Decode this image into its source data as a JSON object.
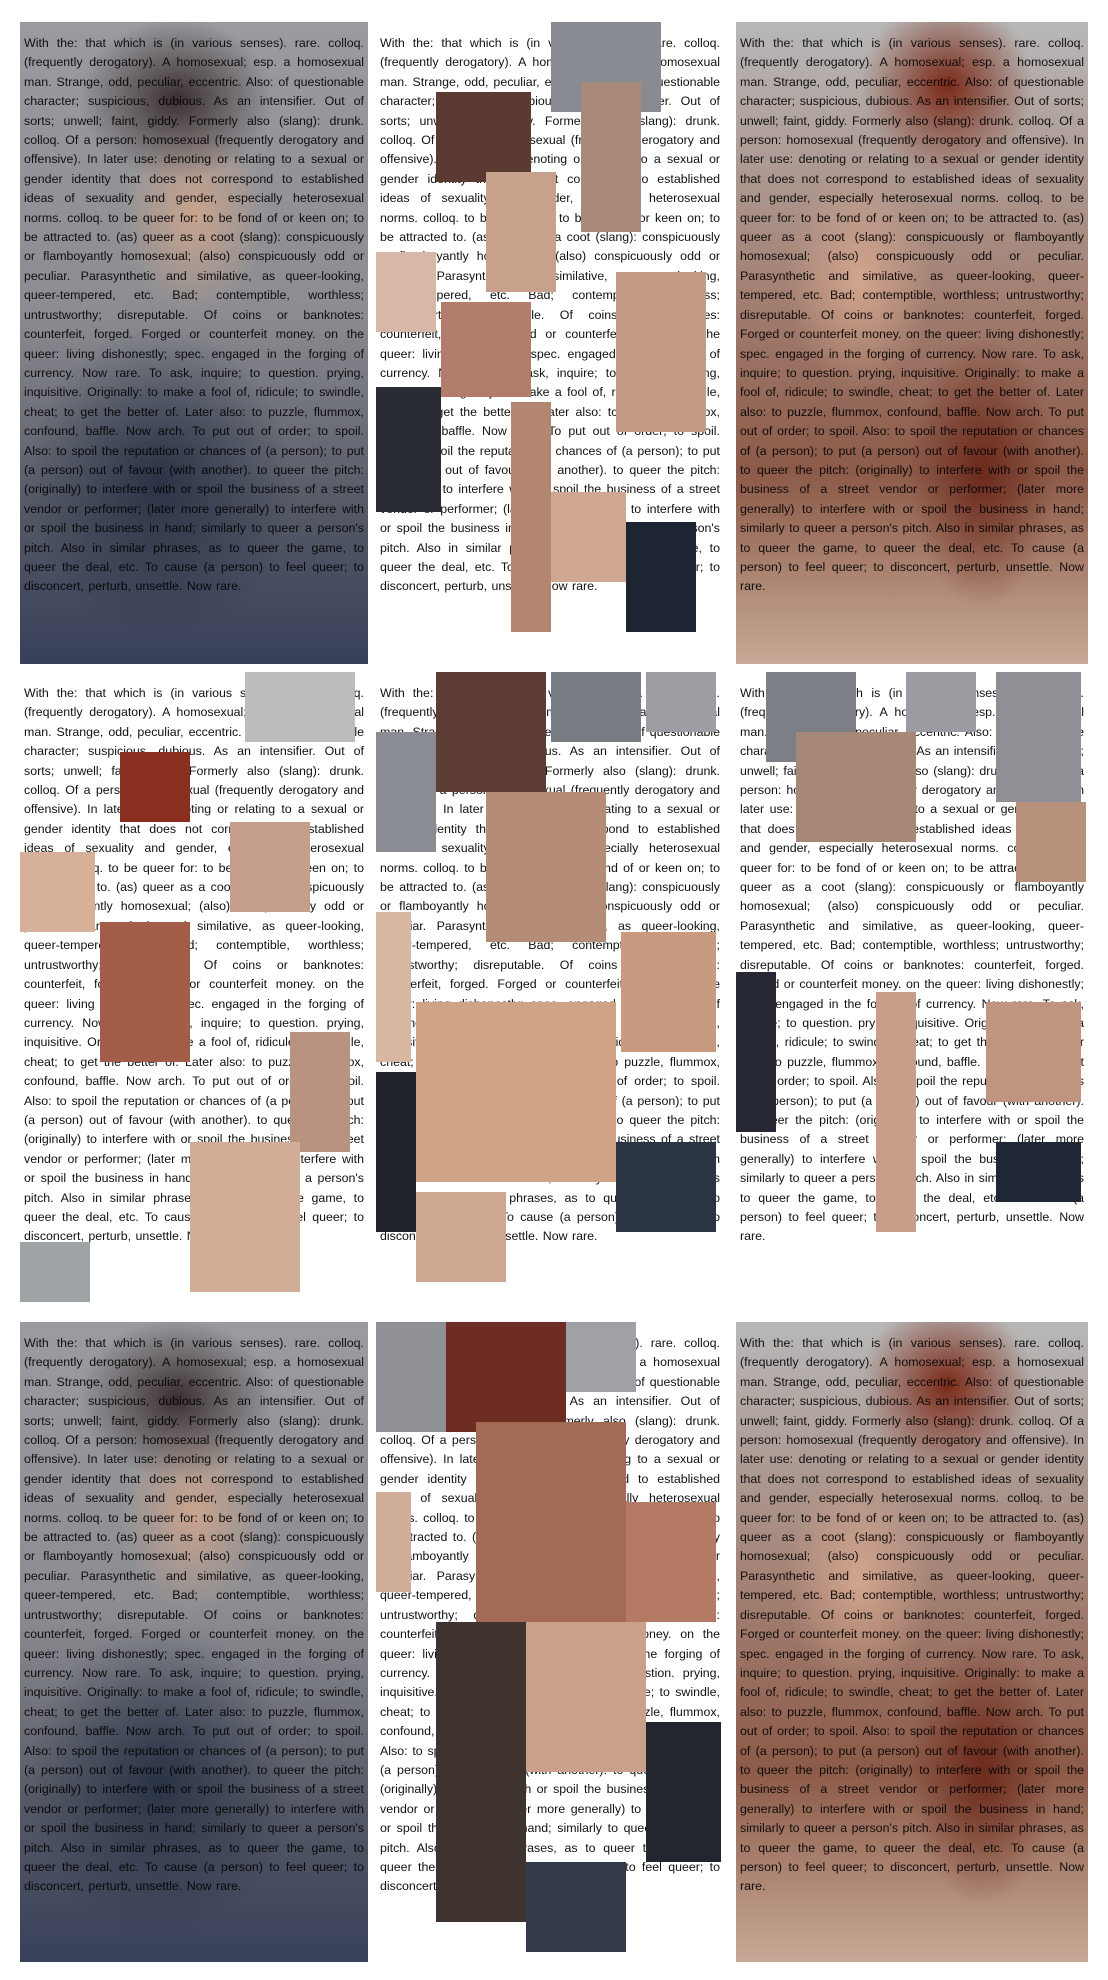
{
  "passage": "With the: that which is (in various senses). rare. colloq. (frequently derogatory). A homosexual; esp. a homosexual man. Strange, odd, peculiar, eccentric. Also: of questionable character; suspicious, dubious. As an intensifier. Out of sorts; unwell; faint, giddy. Formerly also (slang): drunk. colloq. Of a person: homosexual (frequently derogatory and offensive). In later use: denoting or relating to a sexual or gender identity that does not correspond to established ideas of sexuality and gender, especially heterosexual norms. colloq. to be queer for: to be fond of or keen on; to be attracted to. (as) queer as a coot (slang): conspicuously or flamboyantly homosexual; (also) conspicuously odd or peculiar. Parasynthetic and similative, as queer-looking, queer-tempered, etc. Bad; contemptible, worthless; untrustworthy; disreputable. Of coins or banknotes: counterfeit, forged. Forged or counterfeit money. on the queer: living dishonestly; spec. engaged in the forging of currency. Now rare. To ask, inquire; to question. prying, inquisitive. Originally: to make a fool of, ridicule; to swindle, cheat; to get the better of. Later also: to puzzle, flummox, confound, baffle. Now arch. To put out of order; to spoil. Also: to spoil the reputation or chances of (a person); to put (a person) out of favour (with another). to queer the pitch: (originally) to interfere with or spoil the business of a street vendor or performer; (later more generally) to interfere with or spoil the business in hand; similarly to queer a person's pitch. Also in similar phrases, as to queer the game, to queer the deal, etc. To cause (a person) to feel queer; to disconcert, perturb, unsettle. Now rare.",
  "colors": {
    "page_background": "#ffffff",
    "text": "#111111",
    "grey_backdrop": "#8c8d92",
    "denim": "#38405a",
    "hair_red": "#7a2a18",
    "skin": "#d2a58d"
  },
  "panels": [
    {
      "style": "text-over-photo",
      "photo": "man"
    },
    {
      "style": "fragmented-collage",
      "photo": "man-and-woman"
    },
    {
      "style": "text-over-photo",
      "photo": "woman"
    },
    {
      "style": "fragmented-collage",
      "photo": "woman-and-man"
    },
    {
      "style": "fragmented-collage",
      "photo": "man-and-woman"
    },
    {
      "style": "fragmented-collage",
      "photo": "man"
    },
    {
      "style": "text-over-photo",
      "photo": "man"
    },
    {
      "style": "fragmented-collage",
      "photo": "woman-and-man"
    },
    {
      "style": "text-over-photo",
      "photo": "woman"
    }
  ]
}
